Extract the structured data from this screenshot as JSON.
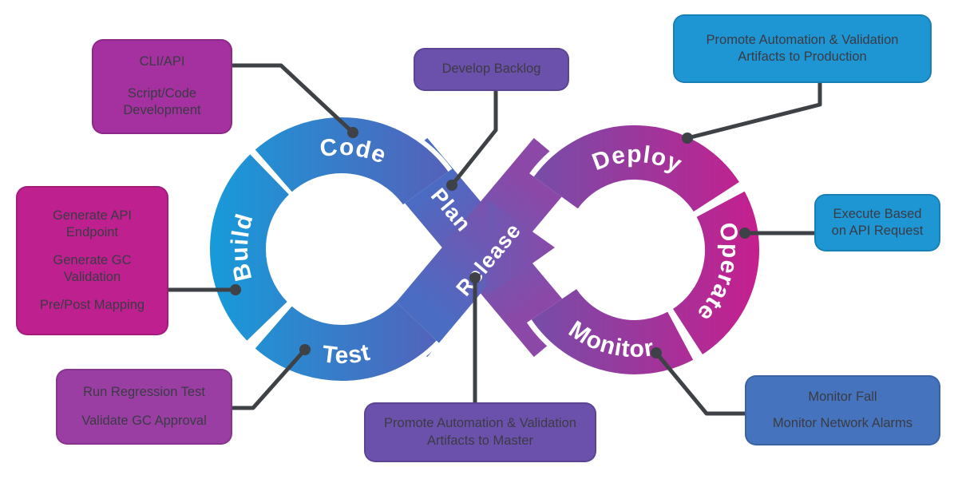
{
  "loop": {
    "code": "Code",
    "build": "Build",
    "test": "Test",
    "plan": "Plan",
    "release": "Release",
    "deploy": "Deploy",
    "operate": "Operate",
    "monitor": "Monitor"
  },
  "callouts": {
    "cli_api": {
      "lines": [
        "CLI/API",
        "Script/Code Development"
      ],
      "color": "#A5309F"
    },
    "develop_backlog": {
      "lines": [
        "Develop Backlog"
      ],
      "color": "#6B51AC"
    },
    "promote_production": {
      "lines": [
        "Promote Automation & Validation Artifacts to Production"
      ],
      "color": "#1E96D4"
    },
    "generate_api": {
      "lines": [
        "Generate API Endpoint",
        "Generate GC Validation",
        "Pre/Post Mapping"
      ],
      "color": "#BE2090"
    },
    "run_regression": {
      "lines": [
        "Run Regression Test",
        "Validate GC Approval"
      ],
      "color": "#9B3EA4"
    },
    "promote_master": {
      "lines": [
        "Promote Automation & Validation Artifacts to Master"
      ],
      "color": "#6B51AC"
    },
    "execute_api": {
      "lines": [
        "Execute Based on API Request"
      ],
      "color": "#1E96D4"
    },
    "monitor_fall": {
      "lines": [
        "Monitor Fall",
        "Monitor Network Alarms"
      ],
      "color": "#4573BE"
    }
  },
  "style": {
    "connector_color": "#3E4146",
    "left_loop_gradient": [
      "#179BDA",
      "#5D59B5"
    ],
    "right_loop_gradient": [
      "#7150AA",
      "#C51F8E"
    ],
    "center_band_gradient": [
      "#4A6CC3",
      "#8C48A6"
    ],
    "loop_label_color": "#FFFFFF",
    "callout_text_color": "#3B3B44"
  }
}
